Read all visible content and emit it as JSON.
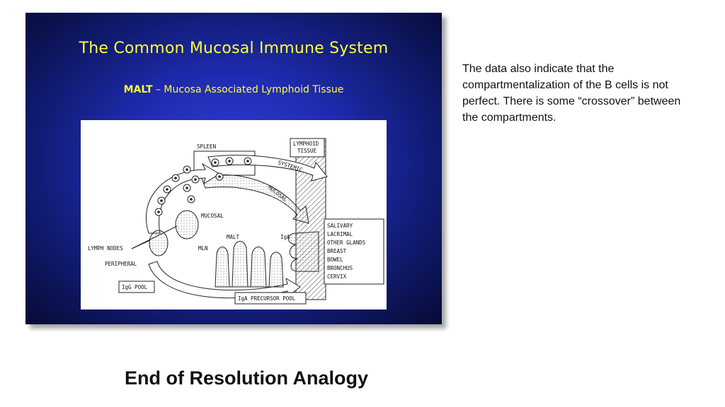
{
  "slide": {
    "title": "The Common Mucosal Immune System",
    "subtitle_bold": "MALT",
    "subtitle_rest": " – Mucosa Associated Lymphoid Tissue"
  },
  "figure": {
    "labels": {
      "spleen": "SPLEEN",
      "lymphoid_tissue_1": "LYMPHOID",
      "lymphoid_tissue_2": "TISSUE",
      "systemic": "SYSTEMIC",
      "mucosal_arrow": "MUCOSAL",
      "mucosal": "MUCOSAL",
      "malt": "MALT",
      "iga": "IgA",
      "lymph_nodes": "LYMPH NODES",
      "mln": "MLN",
      "peripheral": "PERIPHERAL",
      "igg_pool": "IgG POOL",
      "iga_precursor_pool": "IgA PRECURSOR POOL"
    },
    "tissues": [
      "SALIVARY",
      "LACRIMAL",
      "OTHER GLANDS",
      "BREAST",
      "BOWEL",
      "BRONCHUS",
      "CERVIX"
    ]
  },
  "note": {
    "text": "The data also indicate that the compartmentalization of the B cells is not perfect. There is some “crossover” between the compartments."
  },
  "footer": {
    "title": "End of Resolution Analogy"
  },
  "colors": {
    "slide_text": "#ffff33",
    "slide_bg": "#1f2bb0"
  }
}
